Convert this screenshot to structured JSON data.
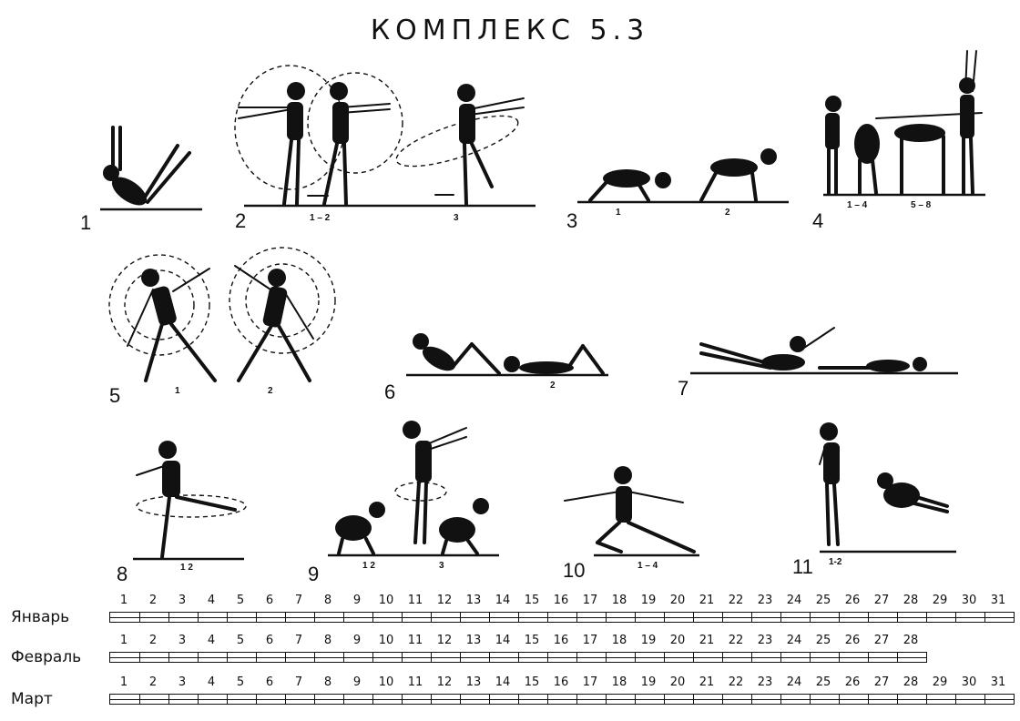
{
  "title": "КОМПЛЕКС 5.3",
  "exercises": [
    {
      "number": "1",
      "phases": []
    },
    {
      "number": "2",
      "phases": [
        "1 – 2",
        "3"
      ]
    },
    {
      "number": "3",
      "phases": [
        "1",
        "2"
      ]
    },
    {
      "number": "4",
      "phases": [
        "1 – 4",
        "5 – 8"
      ]
    },
    {
      "number": "5",
      "phases": [
        "1",
        "2"
      ]
    },
    {
      "number": "6",
      "phases": [
        "2"
      ]
    },
    {
      "number": "7",
      "phases": []
    },
    {
      "number": "8",
      "phases": [
        "1  2"
      ]
    },
    {
      "number": "9",
      "phases": [
        "1  2",
        "3"
      ]
    },
    {
      "number": "10",
      "phases": [
        "1 – 4"
      ]
    },
    {
      "number": "11",
      "phases": [
        "1-2"
      ]
    }
  ],
  "calendar": [
    {
      "month": "Январь",
      "days": 31
    },
    {
      "month": "Февраль",
      "days": 28
    },
    {
      "month": "Март",
      "days": 31
    }
  ]
}
